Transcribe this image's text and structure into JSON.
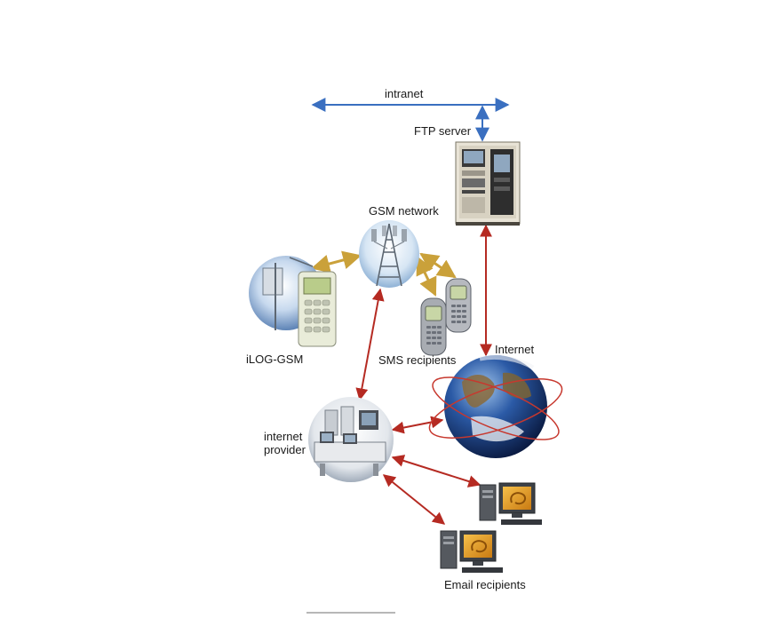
{
  "labels": {
    "intranet": "intranet",
    "ftp_server": "FTP server",
    "gsm_network": "GSM network",
    "ilog_gsm": "iLOG-GSM",
    "sms_recipients": "SMS recipients",
    "internet": "Internet",
    "internet_provider_line1": "internet",
    "internet_provider_line2": "provider",
    "email_recipients": "Email recipients"
  },
  "colors": {
    "intranet_link": "#3a6fc0",
    "internet_link": "#b52a22",
    "wireless_link": "#caa13a",
    "label_text": "#1a1a1a"
  },
  "icons": [
    "ftp-server-rack-icon",
    "gsm-tower-icon",
    "ilog-gsm-logger-icon",
    "mobile-phone-icon",
    "globe-icon",
    "internet-provider-room-icon",
    "desktop-computer-icon"
  ]
}
